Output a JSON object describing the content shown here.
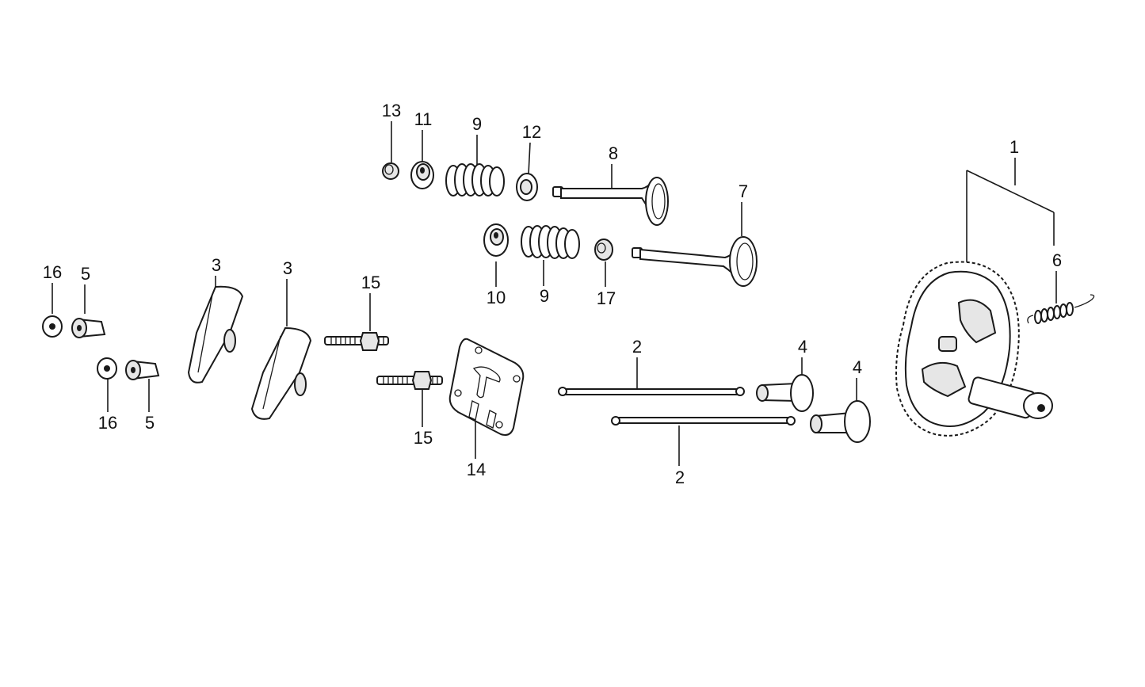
{
  "callouts": {
    "c1": "1",
    "c2a": "2",
    "c2b": "2",
    "c3a": "3",
    "c3b": "3",
    "c4a": "4",
    "c4b": "4",
    "c5a": "5",
    "c5b": "5",
    "c6": "6",
    "c7": "7",
    "c8": "8",
    "c9a": "9",
    "c9b": "9",
    "c10": "10",
    "c11": "11",
    "c12": "12",
    "c13": "13",
    "c14": "14",
    "c15a": "15",
    "c15b": "15",
    "c16a": "16",
    "c16b": "16",
    "c17": "17"
  },
  "colors": {
    "ink": "#1a1a1a",
    "paper": "#ffffff"
  }
}
